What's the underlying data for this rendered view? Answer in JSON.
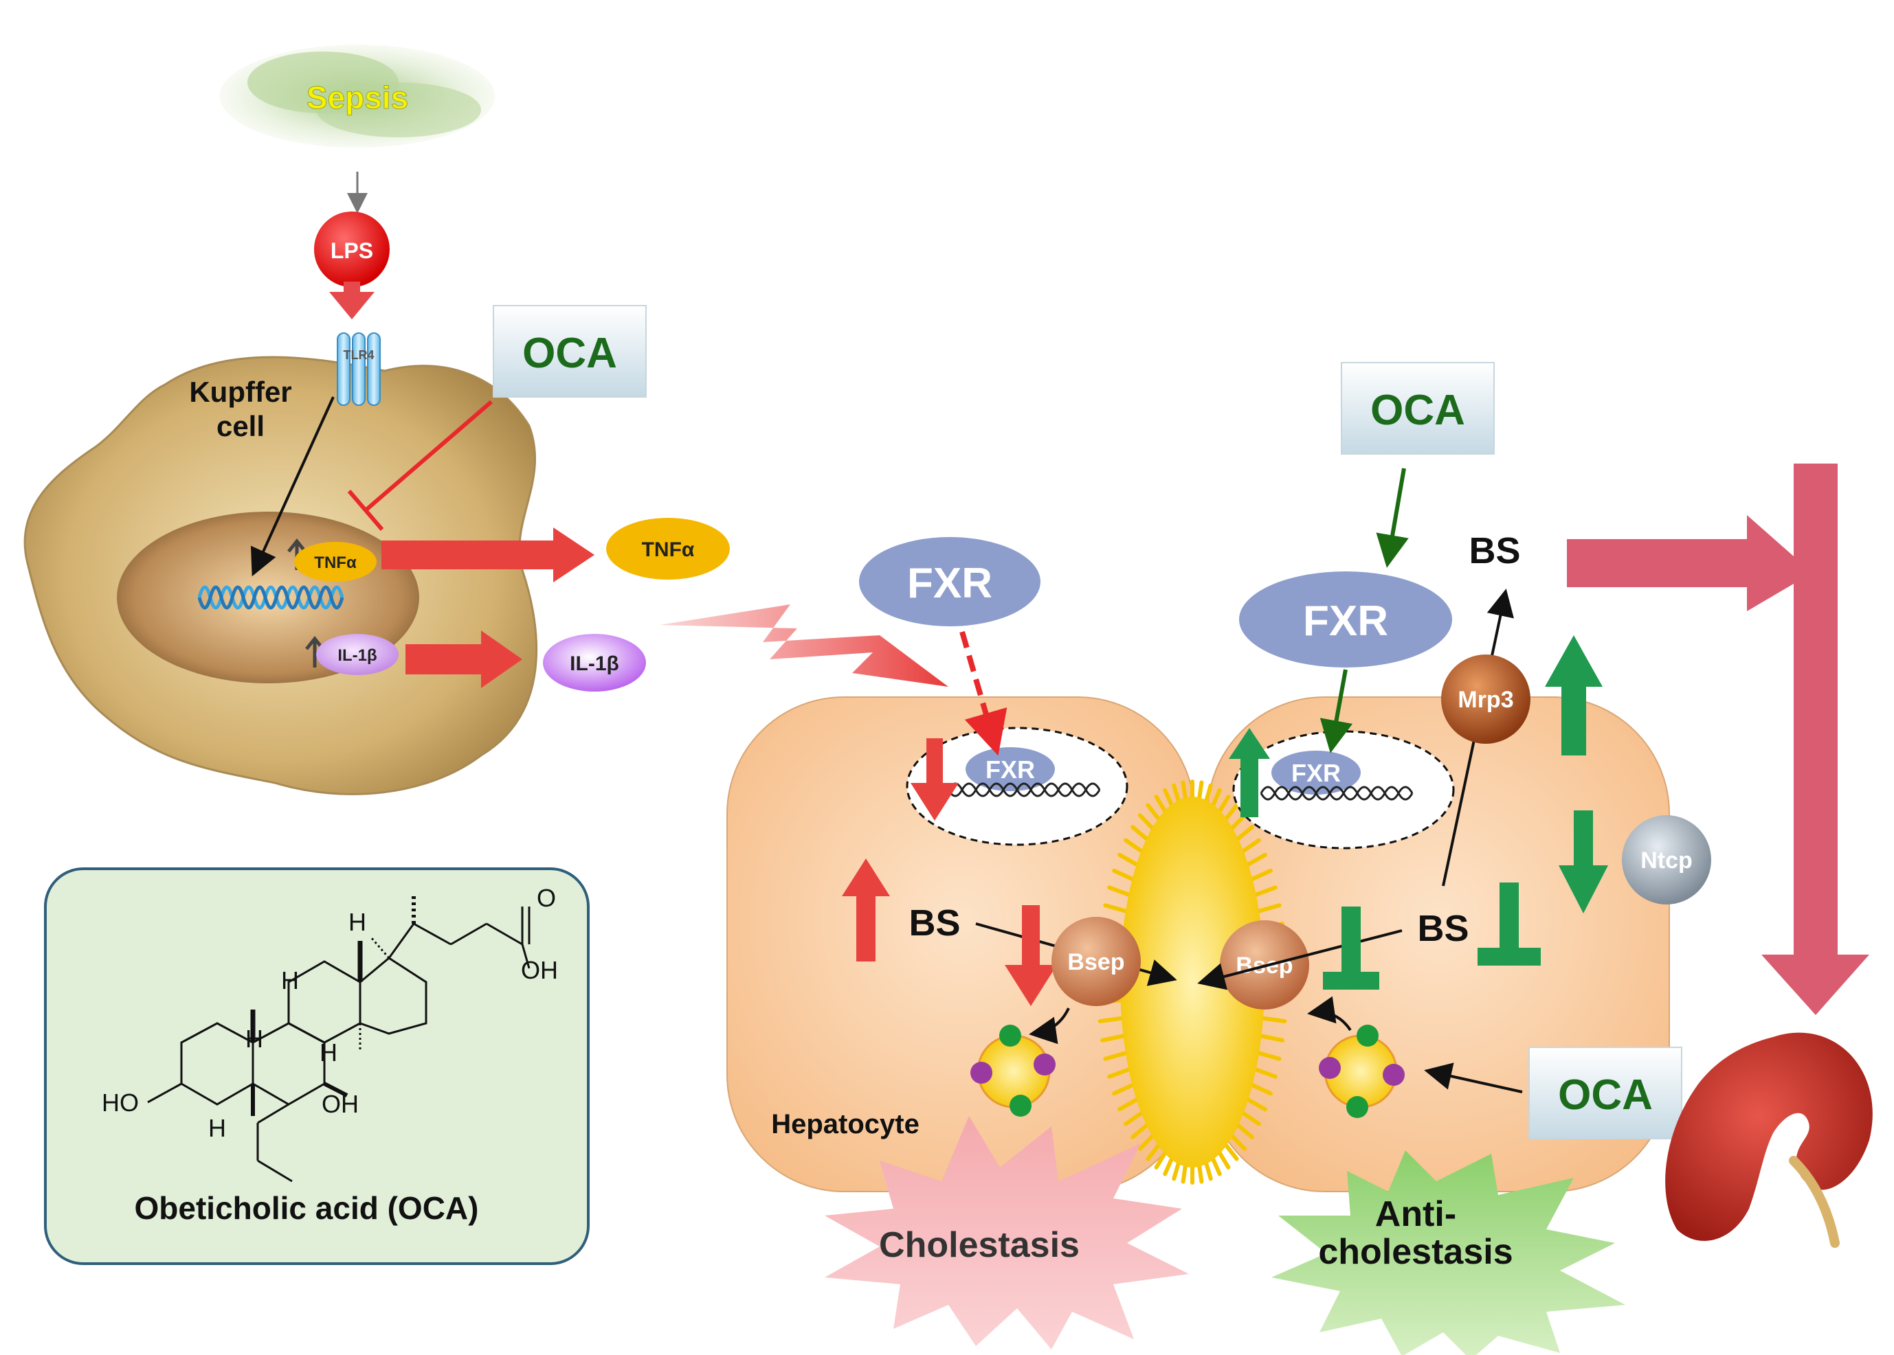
{
  "sepsis": "Sepsis",
  "lps": "LPS",
  "tlr4": "TLR4",
  "kupffer_line1": "Kupffer",
  "kupffer_line2": "cell",
  "tnf_label": "TNFα",
  "il1b_label": "IL-1β",
  "oca": "OCA",
  "fxr": "FXR",
  "bs": "BS",
  "bsep": "Bsep",
  "mrp3": "Mrp3",
  "ntcp": "Ntcp",
  "hepatocyte": "Hepatocyte",
  "cholestasis": "Cholestasis",
  "anti_line1": "Anti-",
  "anti_line2": "cholestasis",
  "structure": {
    "h": "H",
    "ho": "HO",
    "oh": "OH",
    "o": "O",
    "caption": "Obeticholic acid (OCA)"
  },
  "colors": {
    "red_arrow": "#e8423f",
    "green_arrow": "#1f9a4e",
    "dark_green_text": "#1c6b1c",
    "kidney_arrow": "#d95c70",
    "hepatocyte_fill": "#f9c99a",
    "kupffer_fill": "#c9a25a",
    "fxr_fill": "#8d9ecd",
    "structure_box": "#e1efd9"
  }
}
